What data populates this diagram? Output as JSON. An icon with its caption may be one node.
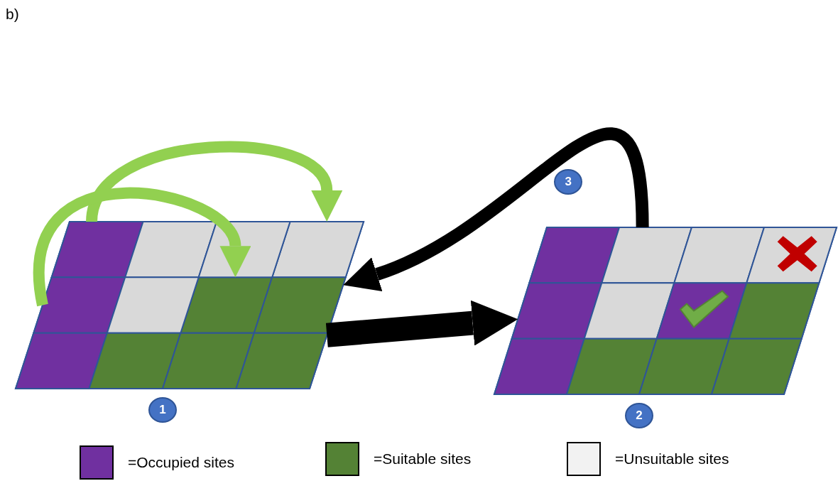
{
  "diagram": {
    "nodes": [
      {
        "text": [],
        "shape": "picture",
        "beside": [
          "1"
        ]
      },
      {
        "text": [],
        "shape": "box",
        "in": 0
      },
      {
        "text": [],
        "shape": "box",
        "in": 0
      },
      {
        "text": [],
        "shape": "box",
        "in": 0
      },
      {
        "text": [],
        "shape": "box",
        "in": 0
      },
      {
        "text": [],
        "shape": "picture",
        "beside": [
          "2"
        ]
      }
    ],
    "edges": [
      {
        "from": 1,
        "to": 2,
        "arrow": "to",
        "color": "#92d050"
      },
      {
        "from": 3,
        "to": 4,
        "arrow": "to",
        "color": "#92d050"
      },
      {
        "from": 0,
        "to": 5,
        "arrow": "to",
        "style": "thick",
        "color": "#000000"
      },
      {
        "from": 5,
        "to": 0,
        "arrow": "to",
        "label": "3",
        "color": "#000000"
      }
    ],
    "labels": [
      "b)"
    ],
    "legend": [
      {
        "text": "=Occupied sites",
        "color": "#7030a0"
      },
      {
        "text": "=Suitable sites",
        "color": "#548235"
      },
      {
        "text": "=Unsuitable sites",
        "color": "#f2f2f2"
      }
    ]
  }
}
